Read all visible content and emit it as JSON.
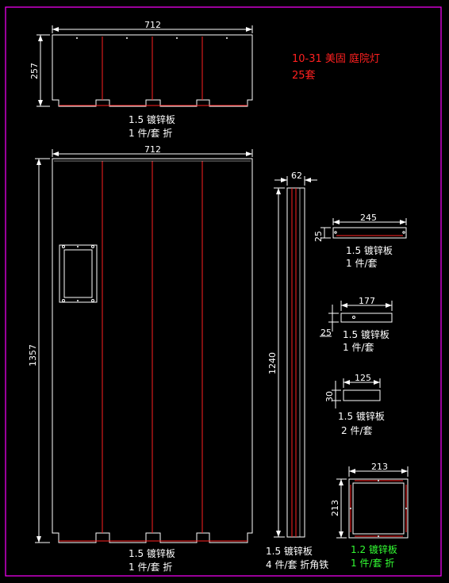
{
  "header": {
    "line1": "10-31 美固 庭院灯",
    "line2": "25套",
    "color": "#ff2020"
  },
  "colors": {
    "outline": "#ffffff",
    "fold": "#ff2020",
    "frame": "#ff00ff",
    "green": "#33ff33"
  },
  "panel_top": {
    "width": "712",
    "height": "257",
    "note1": "1.5 镀锌板",
    "note2": "1 件/套 折"
  },
  "panel_main": {
    "width": "712",
    "height": "1357",
    "note1": "1.5 镀锌板",
    "note2": "1 件/套 折"
  },
  "angle_bar": {
    "width": "62",
    "height": "1240",
    "note1": "1.5 镀锌板",
    "note2": "4 件/套 折角铁"
  },
  "part_245": {
    "width": "245",
    "height": "25",
    "note1": "1.5 镀锌板",
    "note2": "1 件/套"
  },
  "part_177": {
    "width": "177",
    "height": "25",
    "note1": "1.5 镀锌板",
    "note2": "1 件/套"
  },
  "part_125": {
    "width": "125",
    "height": "30",
    "note1": "1.5 镀锌板",
    "note2": "2 件/套"
  },
  "square_plate": {
    "width": "213",
    "height": "213",
    "note1": "1.2 镀锌板",
    "note2": "1 件/套 折"
  }
}
